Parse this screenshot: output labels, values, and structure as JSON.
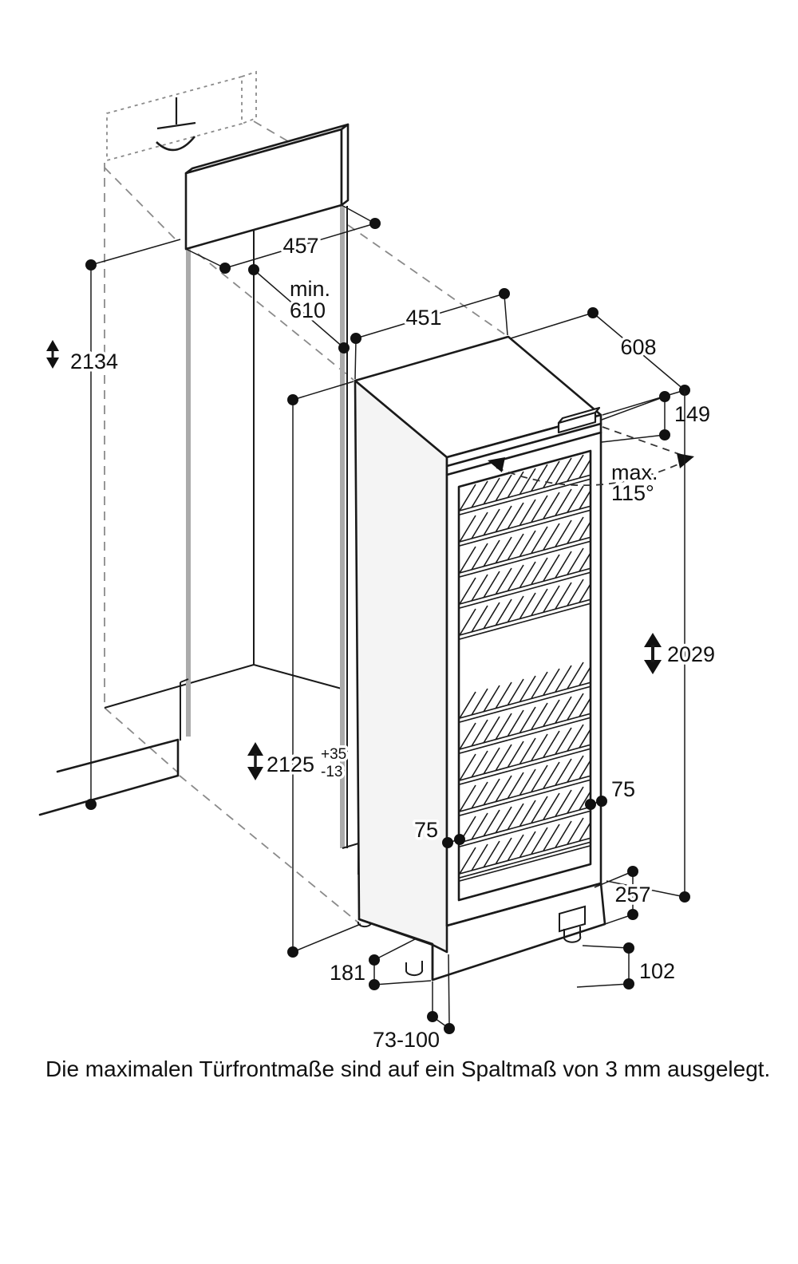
{
  "drawing": {
    "labels": {
      "panel_width": "457",
      "niche_depth_prefix": "min.",
      "niche_depth": "610",
      "appliance_width": "451",
      "appliance_depth": "608",
      "top_clearance": "149",
      "door_angle_prefix": "max.",
      "door_angle": "115°",
      "appliance_height": "2029",
      "niche_height": "2125",
      "niche_height_tol_plus": "+35",
      "niche_height_tol_minus": "-13",
      "total_height": "2134",
      "door_frame_left": "75",
      "door_frame_right": "75",
      "base_height": "257",
      "foot_height": "102",
      "plinth_inset": "181",
      "foot_adjust_range": "73-100"
    },
    "note": "Die maximalen Türfrontmaße sind auf ein Spaltmaß von 3 mm ausgelegt.",
    "colors": {
      "line": "#1a1a1a",
      "niche_wall": "#ababab",
      "background": "#ffffff"
    }
  }
}
